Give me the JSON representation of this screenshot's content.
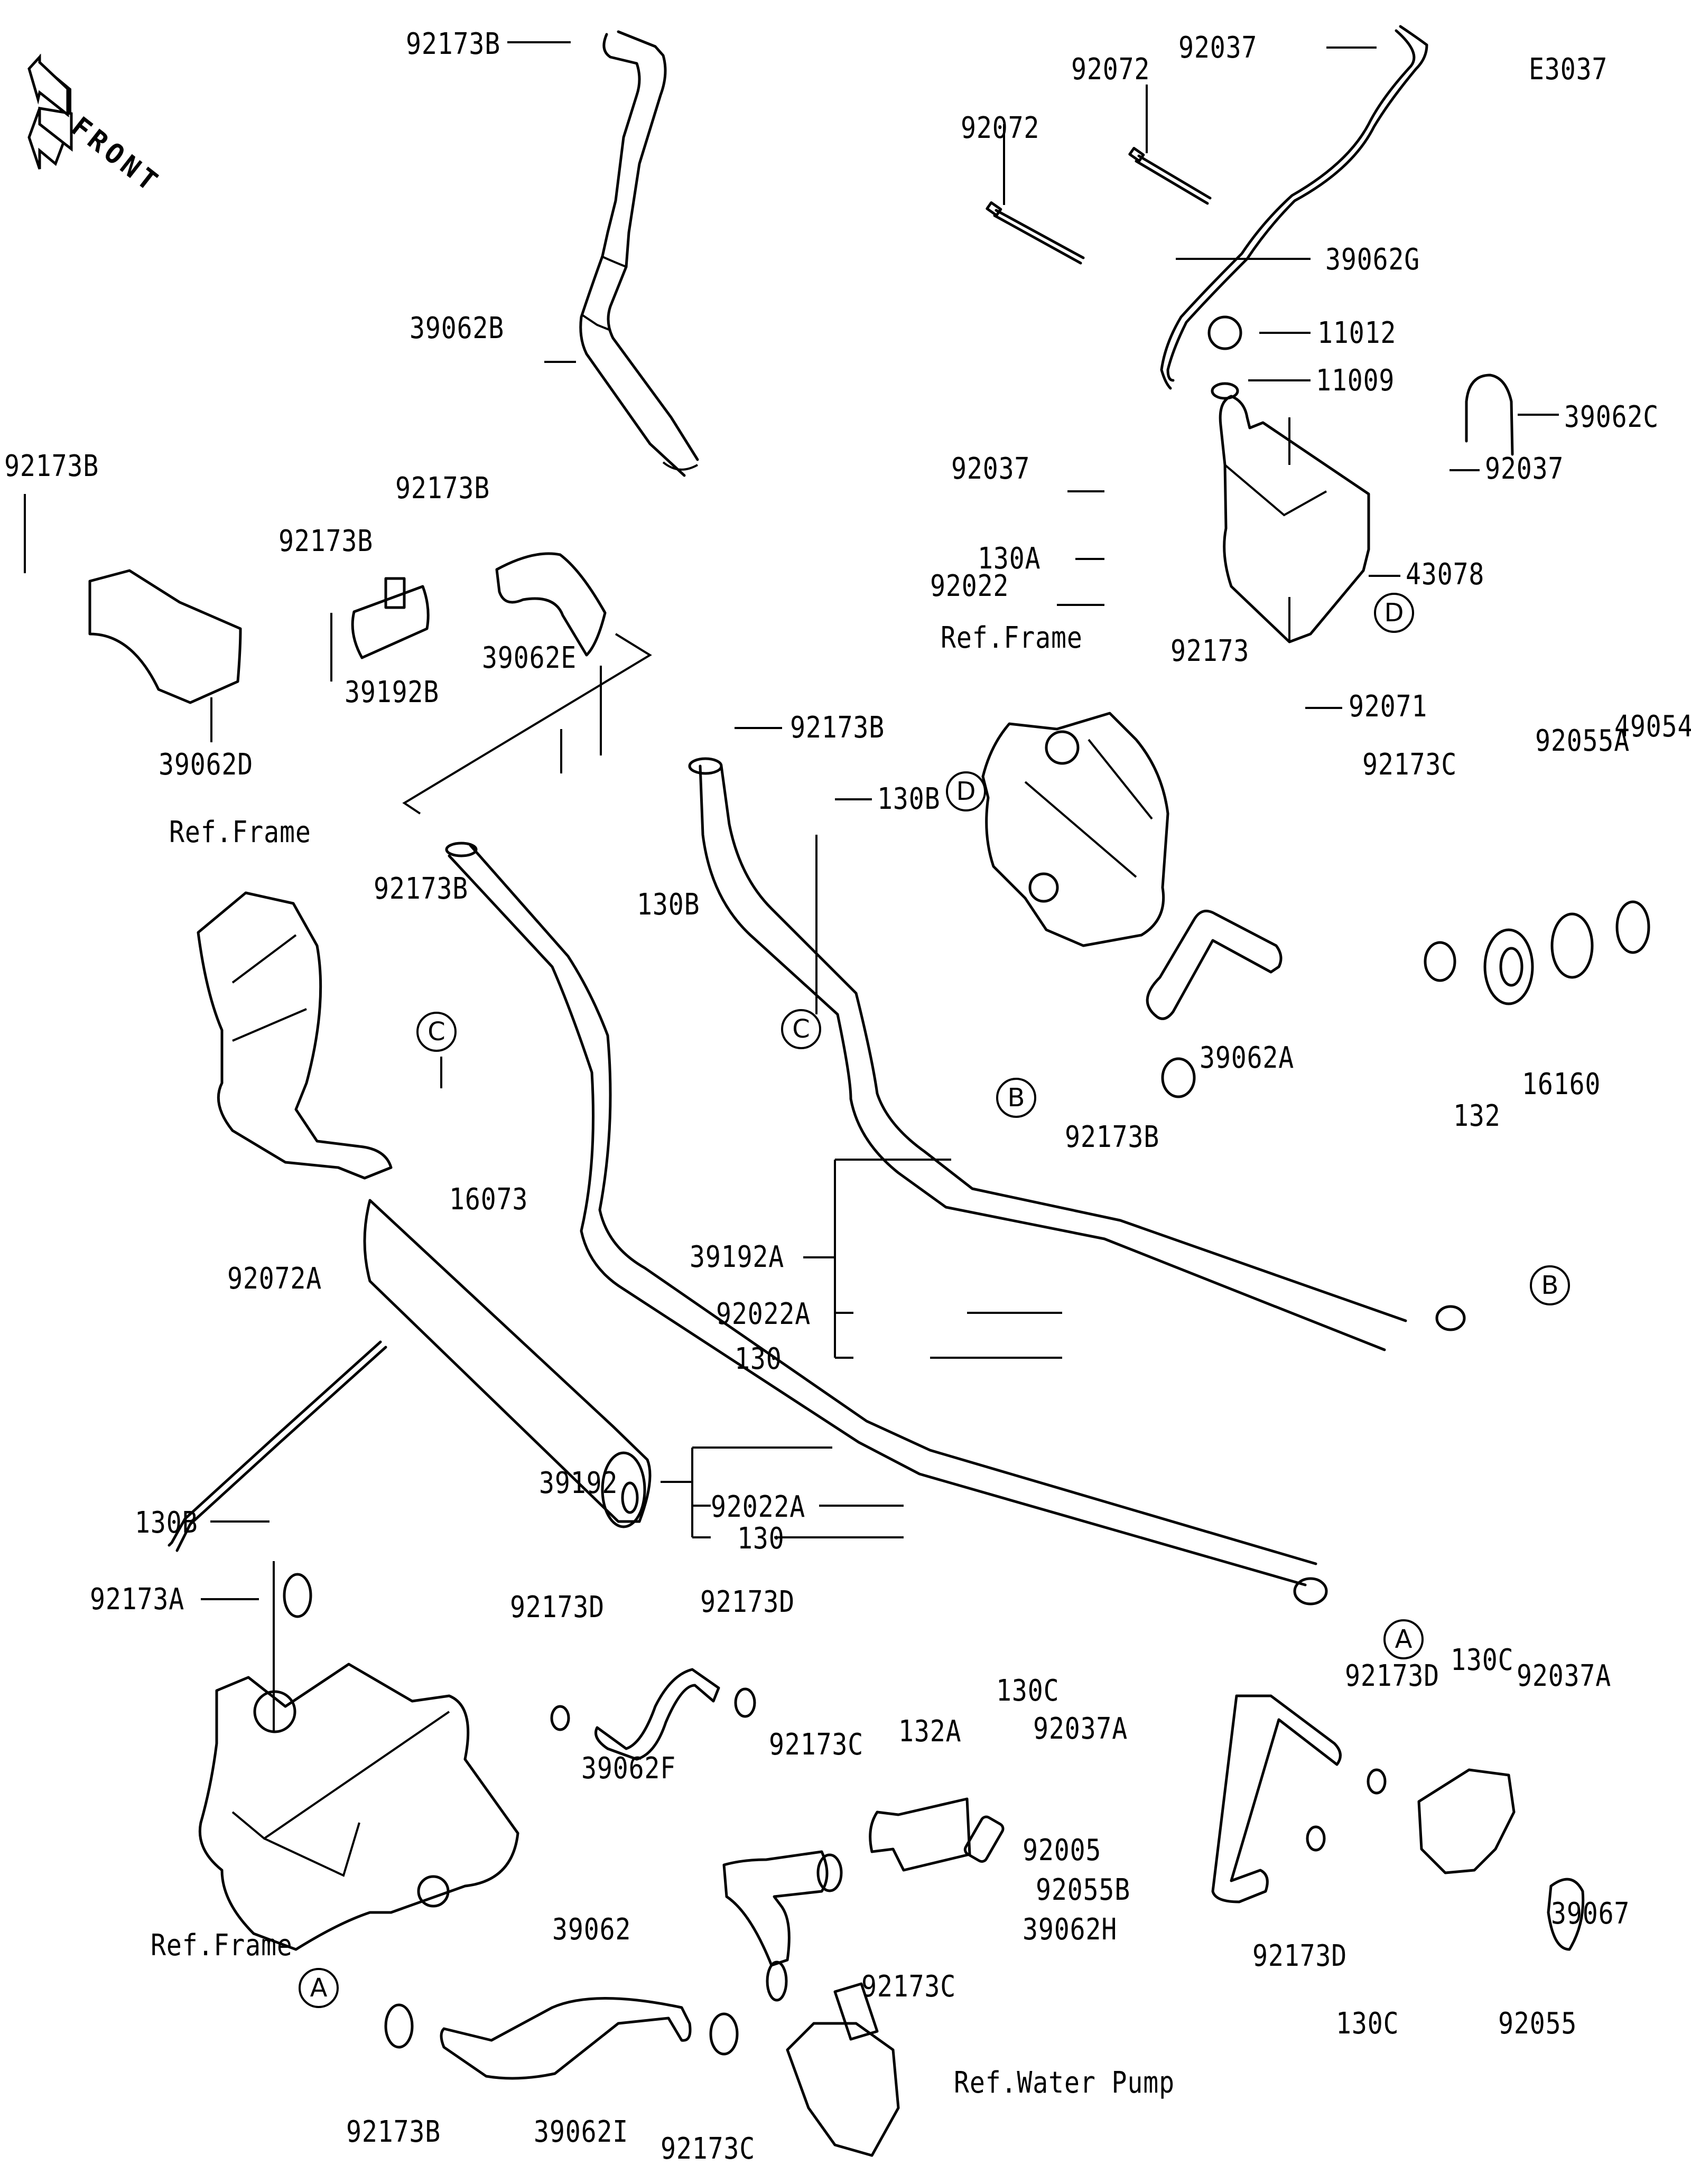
{
  "diagram": {
    "code": "E3037",
    "front_marker": "FRONT",
    "parts": [
      {
        "id": "p1",
        "label": "92173B"
      },
      {
        "id": "p2",
        "label": "92072"
      },
      {
        "id": "p3",
        "label": "92037"
      },
      {
        "id": "p4",
        "label": "92072"
      },
      {
        "id": "p5",
        "label": "39062G"
      },
      {
        "id": "p6",
        "label": "39062B"
      },
      {
        "id": "p7",
        "label": "11012"
      },
      {
        "id": "p8",
        "label": "11009"
      },
      {
        "id": "p9",
        "label": "39062C"
      },
      {
        "id": "p10",
        "label": "92173B"
      },
      {
        "id": "p11",
        "label": "92173B"
      },
      {
        "id": "p12",
        "label": "92173B"
      },
      {
        "id": "p13",
        "label": "92037"
      },
      {
        "id": "p14",
        "label": "92037"
      },
      {
        "id": "p15",
        "label": "130A"
      },
      {
        "id": "p16",
        "label": "43078"
      },
      {
        "id": "p17",
        "label": "92022"
      },
      {
        "id": "p18",
        "label": "39062E"
      },
      {
        "id": "p19",
        "label": "39192B"
      },
      {
        "id": "p20",
        "label": "39062D"
      },
      {
        "id": "p21",
        "label": "Ref.Frame"
      },
      {
        "id": "p22",
        "label": "92173"
      },
      {
        "id": "p23",
        "label": "92173B"
      },
      {
        "id": "p24",
        "label": "92071"
      },
      {
        "id": "p25",
        "label": "Ref.Frame"
      },
      {
        "id": "p26",
        "label": "49054"
      },
      {
        "id": "p27",
        "label": "92055A"
      },
      {
        "id": "p28",
        "label": "92173B"
      },
      {
        "id": "p29",
        "label": "130B"
      },
      {
        "id": "p30",
        "label": "92173C"
      },
      {
        "id": "p31",
        "label": "130B"
      },
      {
        "id": "p32",
        "label": "39062A"
      },
      {
        "id": "p33",
        "label": "16160"
      },
      {
        "id": "p34",
        "label": "132"
      },
      {
        "id": "p35",
        "label": "92173B"
      },
      {
        "id": "p36",
        "label": "16073"
      },
      {
        "id": "p37",
        "label": "39192A"
      },
      {
        "id": "p38",
        "label": "92022A"
      },
      {
        "id": "p39",
        "label": "130"
      },
      {
        "id": "p40",
        "label": "92072A"
      },
      {
        "id": "p41",
        "label": "39192"
      },
      {
        "id": "p42",
        "label": "92022A"
      },
      {
        "id": "p43",
        "label": "130"
      },
      {
        "id": "p44",
        "label": "130B"
      },
      {
        "id": "p45",
        "label": "92173A"
      },
      {
        "id": "p46",
        "label": "92173D"
      },
      {
        "id": "p47",
        "label": "92173D"
      },
      {
        "id": "p48",
        "label": "130C"
      },
      {
        "id": "p49",
        "label": "92037A"
      },
      {
        "id": "p50",
        "label": "92173D"
      },
      {
        "id": "p51",
        "label": "130C"
      },
      {
        "id": "p52",
        "label": "92037A"
      },
      {
        "id": "p53",
        "label": "39062F"
      },
      {
        "id": "p54",
        "label": "132A"
      },
      {
        "id": "p55",
        "label": "92173C"
      },
      {
        "id": "p56",
        "label": "92005"
      },
      {
        "id": "p57",
        "label": "92055B"
      },
      {
        "id": "p58",
        "label": "39062"
      },
      {
        "id": "p59",
        "label": "39062H"
      },
      {
        "id": "p60",
        "label": "39067"
      },
      {
        "id": "p61",
        "label": "Ref.Frame"
      },
      {
        "id": "p62",
        "label": "92173C"
      },
      {
        "id": "p63",
        "label": "92173D"
      },
      {
        "id": "p64",
        "label": "130C"
      },
      {
        "id": "p65",
        "label": "92055"
      },
      {
        "id": "p66",
        "label": "Ref.Water Pump"
      },
      {
        "id": "p67",
        "label": "92173B"
      },
      {
        "id": "p68",
        "label": "39062I"
      },
      {
        "id": "p69",
        "label": "92173C"
      }
    ],
    "connectors": {
      "A1": "A",
      "A2": "A",
      "B1": "B",
      "B2": "B",
      "C1": "C",
      "C2": "C",
      "D1": "D",
      "D2": "D"
    }
  }
}
